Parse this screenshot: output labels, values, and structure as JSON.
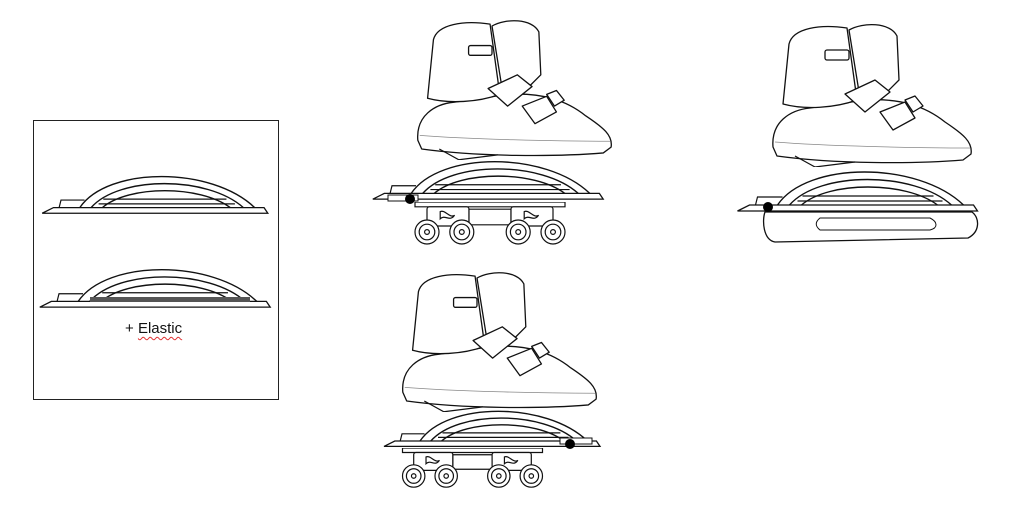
{
  "left_panel": {
    "caption_prefix": "+ ",
    "caption_word": "Elastic",
    "spellcheck_color": "#e03030"
  },
  "figures": [
    {
      "name": "inline-skate-front-mount"
    },
    {
      "name": "sled-variant"
    },
    {
      "name": "inline-skate-rear-mount"
    }
  ]
}
